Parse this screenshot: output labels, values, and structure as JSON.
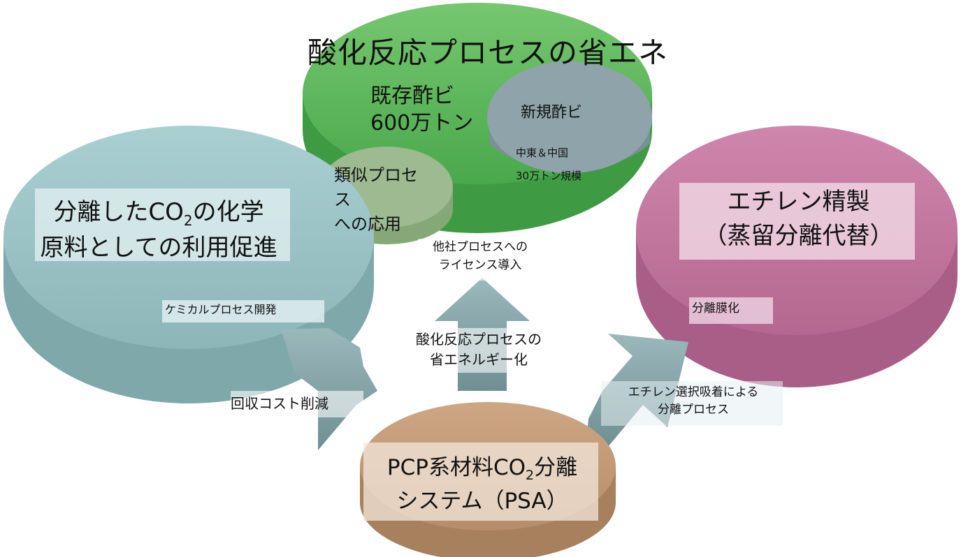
{
  "diagram": {
    "top_title": "酸化反応プロセスの省エネ",
    "existing": "既存酢ビ\n600万トン",
    "new_title": "新規酢ビ",
    "new_region": "中東＆中国",
    "new_scale": "30万トン規模",
    "similar": "類似プロセス\nへの応用",
    "left_title_1": "分離したCO",
    "left_title_sub": "2",
    "left_title_2": "の化学\n原料としての利用促進",
    "right_title": "エチレン精製\n（蒸留分離代替）",
    "chem_dev": "ケミカルプロセス開発",
    "license": "他社プロセスへの\nライセンス導入",
    "energy": "酸化反応プロセスの\n省エネルギー化",
    "cost": "回収コスト削減",
    "ethylene": "エチレン選択吸着による\n分離プロセス",
    "membrane": "分離膜化",
    "pcp_1": "PCP系材料CO",
    "pcp_sub": "2",
    "pcp_2": "分離\nシステム（PSA）"
  },
  "colors": {
    "green": "#5cb85c",
    "teal": "#9cc3c6",
    "pink": "#c2769e",
    "tan": "#c29a76",
    "gray_blue": "#8fa3ab",
    "arrow": "#7e9ea0"
  }
}
